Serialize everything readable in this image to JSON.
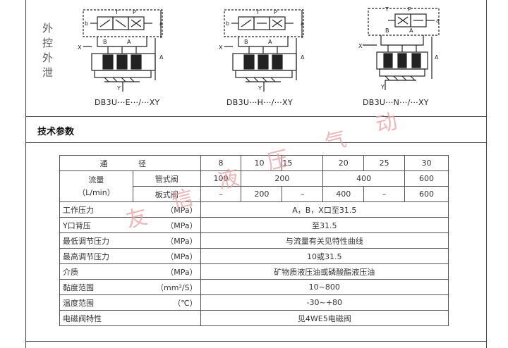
{
  "side_label": [
    "外",
    "控",
    "外",
    "泄"
  ],
  "diagrams": [
    {
      "caption": "DB3U···E···/···XY"
    },
    {
      "caption": "DB3U···H···/···XY"
    },
    {
      "caption": "DB3U···N···/···XY"
    }
  ],
  "diagram_text": {
    "a": "a",
    "b": "b",
    "p": "P",
    "t": "T",
    "A": "A",
    "B": "B",
    "X": "X",
    "Y": "Y"
  },
  "section_title": "技术参数",
  "table": {
    "header_label": "通 径",
    "sizes": [
      "8",
      "10",
      "15",
      "20",
      "25",
      "30"
    ],
    "flow_label": "流量",
    "flow_unit": "（L/min）",
    "pipe_label": "管式阀",
    "pipe_values": [
      "100",
      "200",
      "400",
      "600"
    ],
    "plate_label": "板式阀",
    "plate_values": [
      "–",
      "200",
      "–",
      "400",
      "–",
      "600"
    ],
    "rows": [
      {
        "name": "工作压力",
        "unit": "（MPa）",
        "value": "A，B，X口至31.5"
      },
      {
        "name": "Y口背压",
        "unit": "（MPa）",
        "value": "至31.5"
      },
      {
        "name": "最低调节压力",
        "unit": "（MPa）",
        "value": "与流量有关见特性曲线"
      },
      {
        "name": "最高调节压力",
        "unit": "（MPa）",
        "value": "10或31.5"
      },
      {
        "name": "介质",
        "unit": "（MPa）",
        "value": "矿物质液压油或磷酸酯液压油"
      },
      {
        "name": "黏度范围",
        "unit": "（mm²/S）",
        "value": "10~800"
      },
      {
        "name": "温度范围",
        "unit": "（℃）",
        "value": "-30~+80"
      },
      {
        "name": "电磁阀特性",
        "unit": "",
        "value": "见4WE5电磁阀"
      }
    ]
  },
  "watermark": [
    "友",
    "信",
    "液",
    "压",
    "气",
    "动"
  ]
}
